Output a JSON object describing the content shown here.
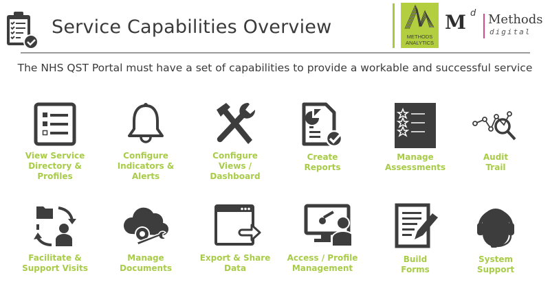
{
  "header": {
    "title": "Service Capabilities Overview",
    "icon": "clipboard-checklist-icon",
    "subtitle": "The NHS QST Portal must have a set of capabilities to provide a workable and successful service"
  },
  "logos": {
    "methods_analytics": {
      "line1": "METHODS",
      "line2": "ANALYTICS",
      "color": "#b3cf3f"
    },
    "methods_digital": {
      "mark": "M",
      "sup": "d",
      "name": "Methods",
      "tagline": "digital",
      "divider_color": "#d14a8f"
    }
  },
  "colors": {
    "accent_green": "#a9cc48",
    "icon_dark": "#3d3d3d",
    "text": "#3a3a3a"
  },
  "capabilities": [
    {
      "label": "View Service\nDirectory &\nProfiles",
      "icon": "list-checkbox-icon"
    },
    {
      "label": "Configure\nIndicators &\nAlerts",
      "icon": "bell-icon"
    },
    {
      "label": "Configure\nViews /\nDashboard",
      "icon": "hammer-wrench-icon"
    },
    {
      "label": "Create\nReports",
      "icon": "report-document-icon"
    },
    {
      "label": "Manage\nAssessments",
      "icon": "star-list-icon"
    },
    {
      "label": "Audit\nTrail",
      "icon": "magnifier-trend-icon"
    },
    {
      "label": "Facilitate &\nSupport Visits",
      "icon": "cycle-folder-person-icon"
    },
    {
      "label": "Manage\nDocuments",
      "icon": "cloud-gear-wrench-icon"
    },
    {
      "label": "Export & Share\nData",
      "icon": "window-export-icon"
    },
    {
      "label": "Access / Profile\nManagement",
      "icon": "monitor-key-user-icon"
    },
    {
      "label": "Build\nForms",
      "icon": "form-pencil-icon"
    },
    {
      "label": "System\nSupport",
      "icon": "headset-icon"
    }
  ]
}
